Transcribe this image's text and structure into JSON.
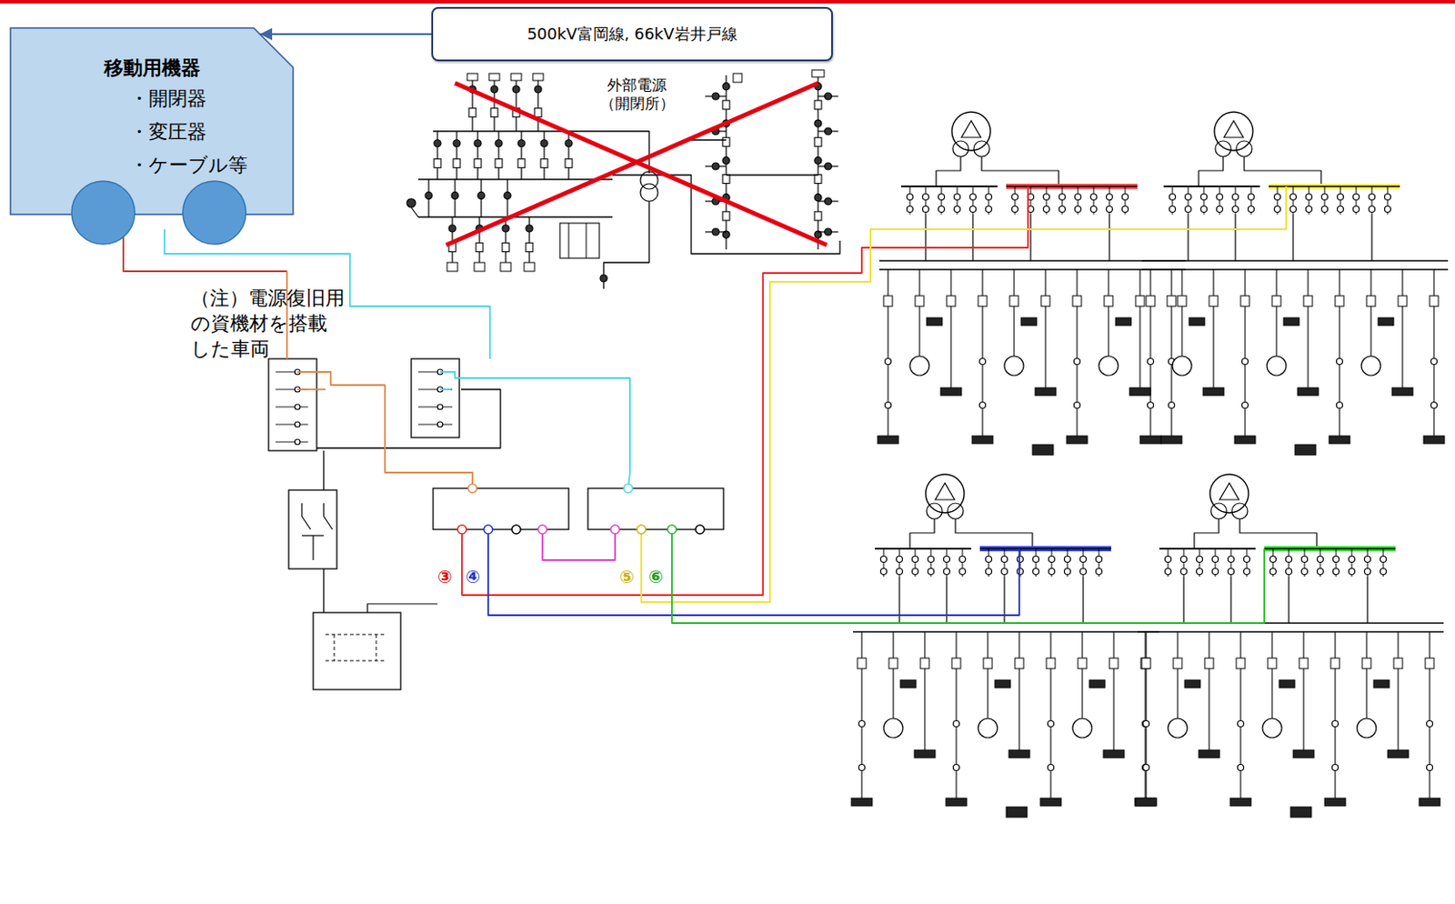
{
  "diagram": {
    "nodes": [
      {
        "text": [
          "500kV富岡線, 66kV岩井戸線"
        ]
      },
      {
        "text": [
          "移動用機器",
          "・開閉器",
          "・変圧器",
          "・ケーブル等"
        ]
      }
    ],
    "edges": [
      {
        "from": 0,
        "to": 1,
        "arrow": "to"
      }
    ],
    "labels": [
      "外部電源 （開閉所）",
      "（注）電源復旧用 の資機材を搭載 した車両",
      "③",
      "④",
      "⑤",
      "⑥"
    ]
  }
}
